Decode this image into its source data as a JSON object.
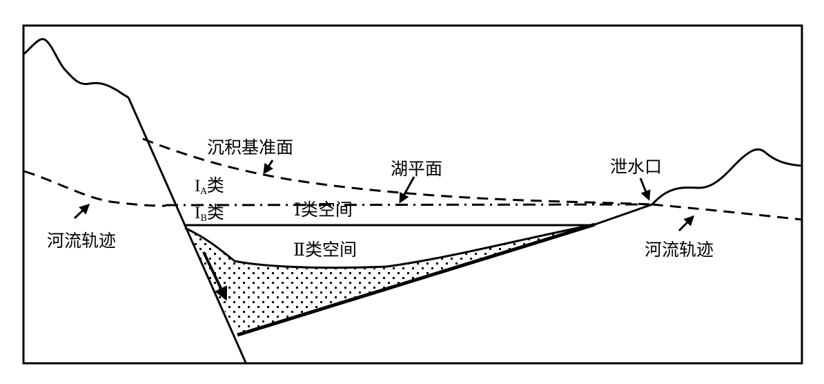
{
  "labels": {
    "sediment_base": "沉积基准面",
    "lake_level": "湖平面",
    "outlet": "泄水口",
    "river_left": "河流轨迹",
    "river_right": "河流轨迹",
    "space_IA_roman": "I",
    "space_IA_sub": "A",
    "space_IA_suffix": "类",
    "space_IB_roman": "I",
    "space_IB_sub": "B",
    "space_IB_suffix": "类",
    "space_I": "I类空间",
    "space_II": "Ⅱ类空间"
  }
}
